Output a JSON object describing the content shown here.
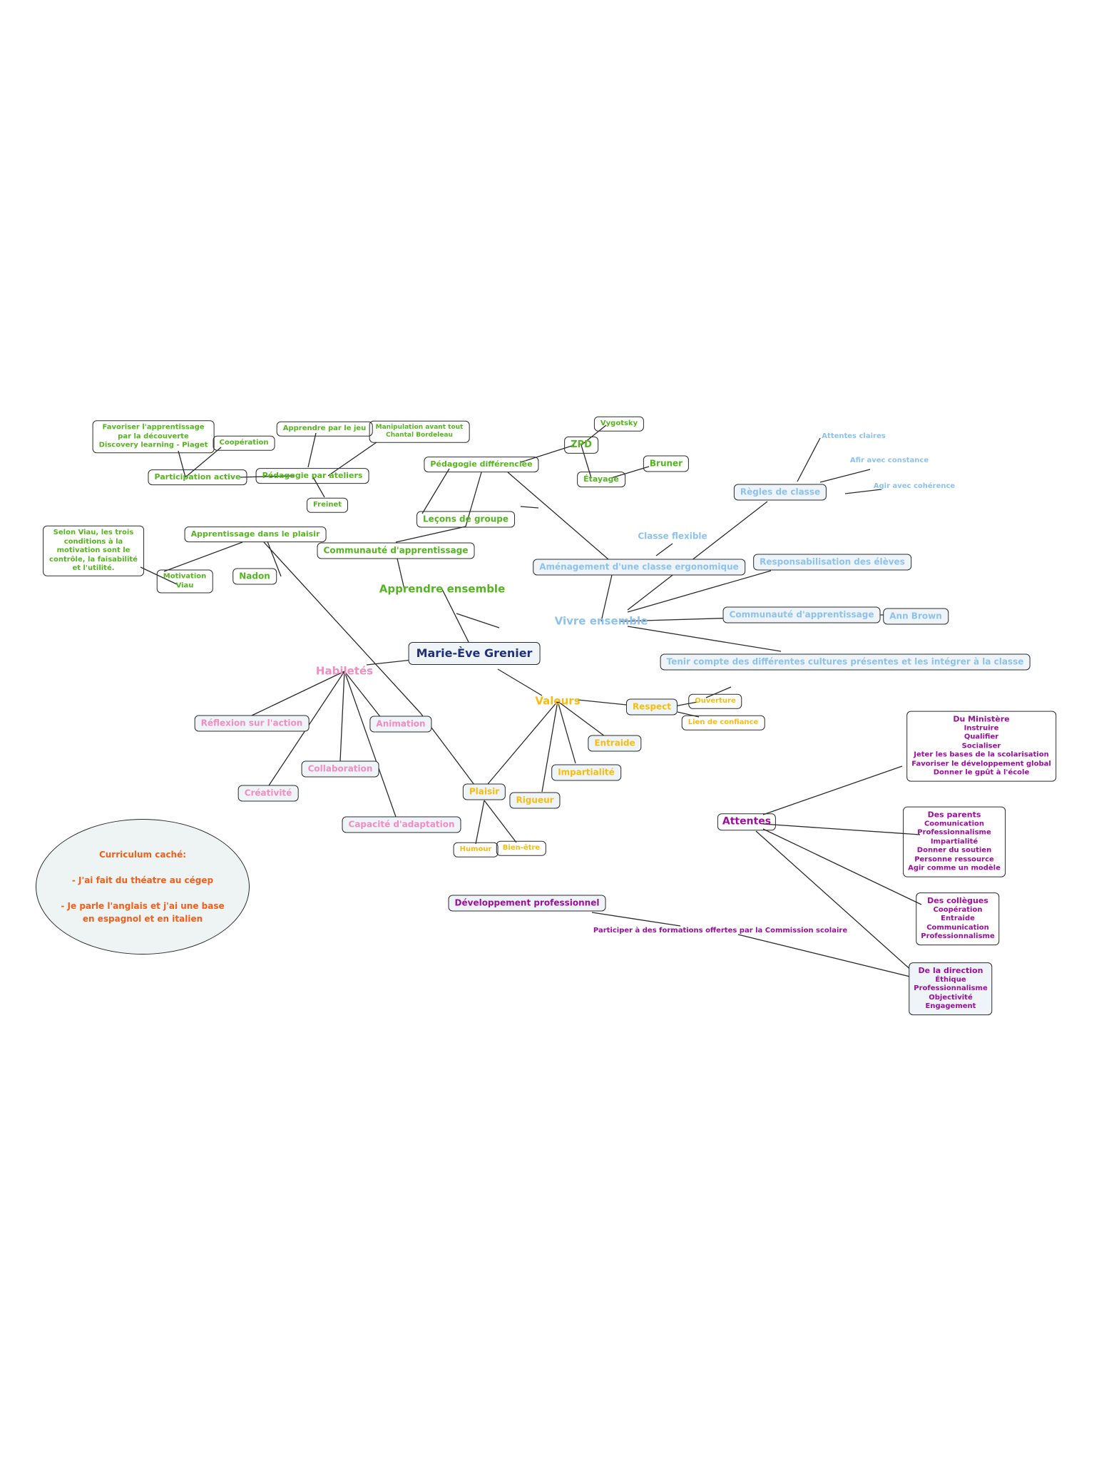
{
  "center": "Marie-Ève Grenier",
  "apprendre": {
    "title": "Apprendre ensemble",
    "communaute": "Communauté d'apprentissage",
    "lecons": "Leçons de groupe",
    "pedagogie_diff": "Pédagogie différenciée",
    "zpd": "ZPD",
    "vygotsky": "Vygotsky",
    "etayage": "Étayage",
    "bruner": "Bruner",
    "pedagogie_ateliers": "Pédagogie par ateliers",
    "participation": "Participation active",
    "favoriser": "Favoriser l'apprentissage\npar la découverte\nDiscovery learning - Piaget",
    "cooperation": "Coopération",
    "jeu": "Apprendre par le jeu",
    "manipulation": "Manipulation avant tout\nChantal Bordeleau",
    "freinet": "Freinet",
    "plaisir_app": "Apprentissage dans le plaisir",
    "motivation": "Motivation\nViau",
    "nadon": "Nadon",
    "viau_note": "Selon Viau, les trois\nconditions à la\nmotivation sont le\ncontrôle, la faisabilité\net l'utilité."
  },
  "vivre": {
    "title": "Vivre ensemble",
    "regles": "Règles de classe",
    "attentes_claires": "Attentes claires",
    "constance": "Afir avec constance",
    "coherence": "Agir avec cohérence",
    "classe_flexible": "Classe flexible",
    "amenagement": "Aménagement d'une classe ergonomique",
    "responsabilisation": "Responsabilisation des élèves",
    "communaute": "Communauté d'apprentissage",
    "ann_brown": "Ann Brown",
    "cultures": "Tenir compte des différentes cultures présentes et les intégrer à la classe"
  },
  "habiletes": {
    "title": "Habiletés",
    "reflexion": "Réflexion sur l'action",
    "animation": "Animation",
    "collaboration": "Collaboration",
    "creativite": "Créativité",
    "adaptation": "Capacité d'adaptation"
  },
  "valeurs": {
    "title": "Valeurs",
    "respect": "Respect",
    "ouverture": "Ouverture",
    "confiance": "Lien de confiance",
    "entraide": "Entraide",
    "impartialite": "Impartialité",
    "rigueur": "Rigueur",
    "plaisir": "Plaisir",
    "humour": "Humour",
    "bien_etre": "Bien-être"
  },
  "attentes": {
    "title": "Attentes",
    "ministere": {
      "title": "Du Ministère",
      "items": "Instruire\nQualifier\nSocialiser\nJeter les bases de la scolarisation\nFavoriser le développement global\nDonner le gpût à l'école"
    },
    "parents": {
      "title": "Des parents",
      "items": "Coomunication\nProfessionnalisme\nImpartialité\nDonner du soutien\nPersonne ressource\nAgir comme un modèle"
    },
    "collegues": {
      "title": "Des collègues",
      "items": "Coopération\nEntraide\nCommunication\nProfessionnalisme"
    },
    "direction": {
      "title": "De la direction",
      "items": "Éthique\nProfessionnalisme\nObjectivité\nEngagement"
    }
  },
  "developpement": {
    "title": "Développement professionnel",
    "formations": "Participer à des formations offertes par la Commission scolaire"
  },
  "curriculum": "Curriculum caché:\n\n- J'ai fait du théatre au cégep\n\n- Je parle l'anglais et j'ai une base\nen espagnol et en italien",
  "colors": {
    "green": "#55b520",
    "light_blue": "#8ec2ee",
    "pink": "#f38cc2",
    "yellow": "#f6bd10",
    "purple": "#9b0e9e",
    "navy": "#20307a",
    "orange": "#f25f1a"
  }
}
